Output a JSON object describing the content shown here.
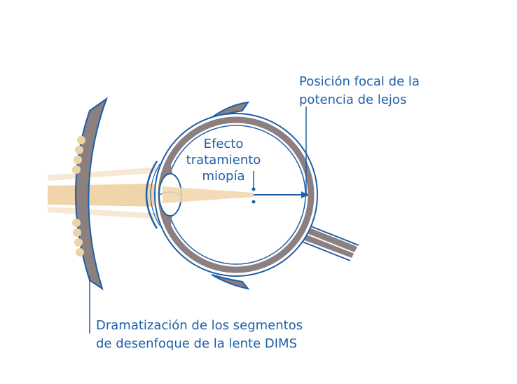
{
  "labels": {
    "focal_position": [
      "Posición focal de la",
      "potencia de lejos"
    ],
    "treatment_effect": [
      "Efecto",
      "tratamiento",
      "miopía"
    ],
    "dims_segments": [
      "Dramatización de los segmentos",
      "de desenfoque de la lente DIMS"
    ]
  },
  "icons": {
    "lens": "dims-lens-icon",
    "eye": "eye-cross-section-icon",
    "light_beam": "light-beam-icon",
    "focus_arrow": "focus-arrow-icon"
  },
  "colors": {
    "primary_blue": "#1f5fa8",
    "sclera_taupe": "#8c7f7f",
    "beam_tan": "#f1d5aa",
    "beam_light": "#f6e8d3",
    "segment_dot": "#ead4a8"
  }
}
